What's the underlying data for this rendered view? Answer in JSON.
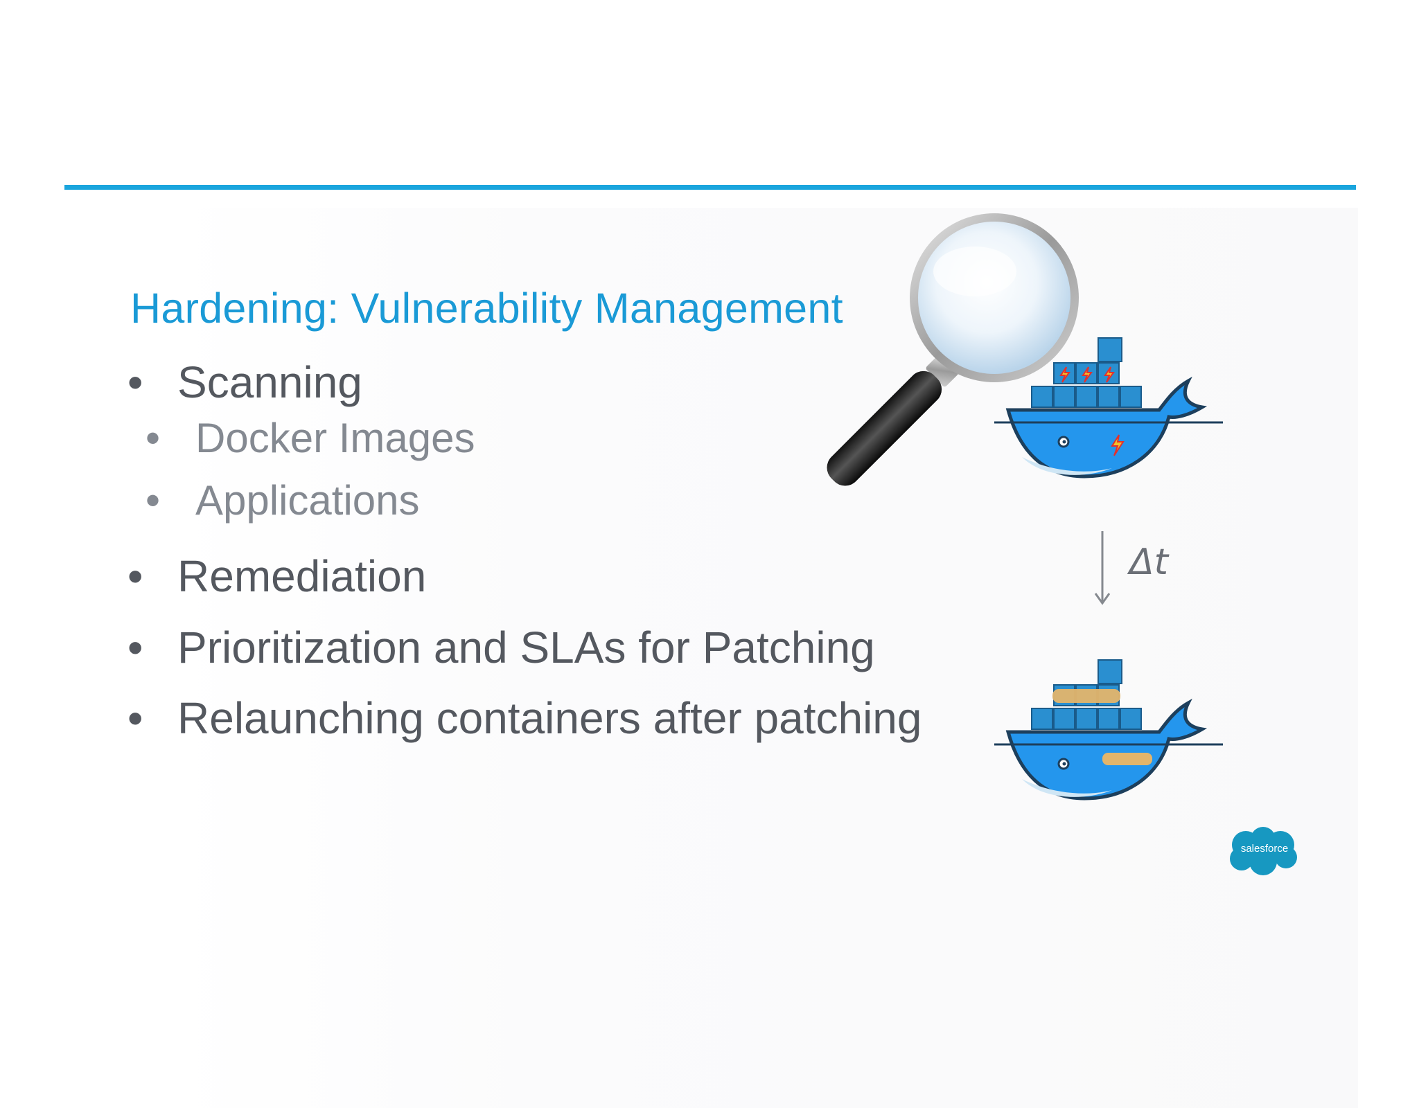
{
  "slide": {
    "title": "Hardening: Vulnerability Management",
    "bullet_glyph": "•",
    "bullets": [
      {
        "text": "Scanning",
        "level": 1
      },
      {
        "text": "Docker Images",
        "level": 2
      },
      {
        "text": "Applications",
        "level": 2
      },
      {
        "text": "Remediation",
        "level": 1
      },
      {
        "text": "Prioritization and SLAs for Patching",
        "level": 1
      },
      {
        "text": "Relaunching containers after patching",
        "level": 1
      }
    ],
    "delta_label": "Δt",
    "logo_text": "salesforce"
  },
  "colors": {
    "accent_rule": "#1aa5dd",
    "title": "#1a9ad6",
    "bullet_level1": "#54585f",
    "bullet_level2": "#848991",
    "docker_blue": "#2496ed",
    "salesforce_blue": "#1798c1",
    "bandage": "#e3b56b",
    "vuln_red": "#e2312d"
  },
  "icons": [
    "magnifying-glass-icon",
    "docker-whale-vulnerable-icon",
    "down-arrow-icon",
    "docker-whale-patched-icon",
    "salesforce-cloud-icon"
  ]
}
